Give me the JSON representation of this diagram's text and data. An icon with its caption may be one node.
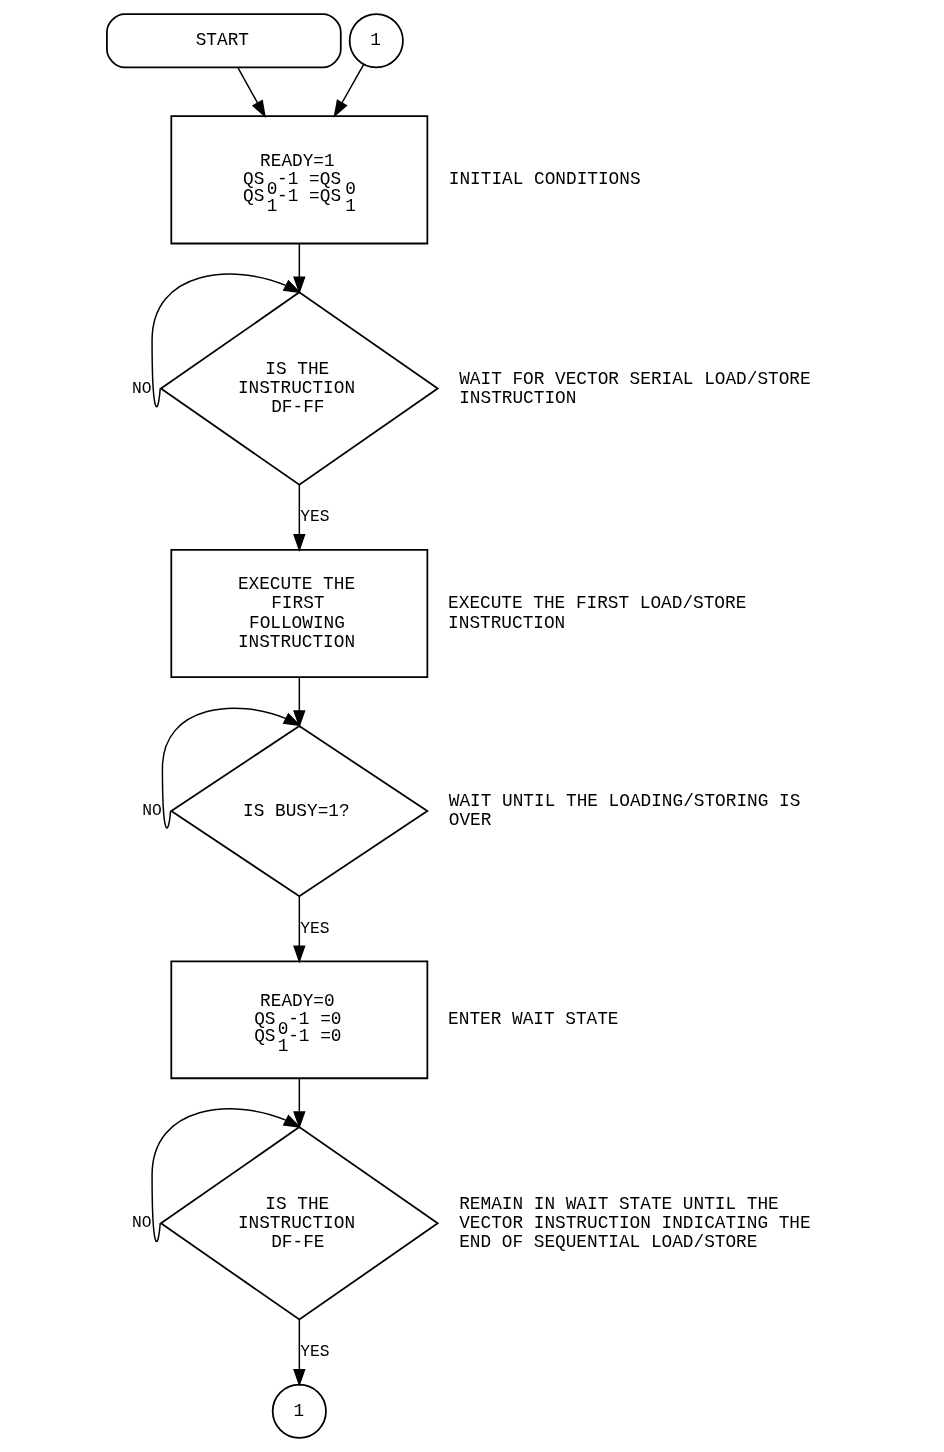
{
  "diagram": {
    "nodes": [
      {
        "text": [
          "START"
        ]
      },
      {
        "text": [
          "1"
        ]
      },
      {
        "text": [
          "READY=1",
          "QS$_{0}$-1 =QS$_{0}$",
          "QS$_{1}$-1 =QS$_{1}$"
        ],
        "beside": [
          "INITIAL CONDITIONS"
        ]
      },
      {
        "text": [
          "IS THE INSTRUCTION DF-FF"
        ],
        "beside": [
          "WAIT FOR VECTOR SERIAL LOAD/STORE INSTRUCTION"
        ]
      },
      {
        "text": [
          "EXECUTE THE FIRST FOLLOWING INSTRUCTION"
        ],
        "beside": [
          "EXECUTE THE FIRST LOAD/STORE INSTRUCTION"
        ]
      },
      {
        "text": [
          "IS BUSY=1?"
        ],
        "beside": [
          "WAIT UNTIL THE LOADING/STORING IS OVER"
        ]
      },
      {
        "text": [
          "READY=0",
          "QS$_{0}$-1 =0",
          "QS$_{1}$-1 =0"
        ],
        "beside": [
          "ENTER WAIT STATE"
        ]
      },
      {
        "text": [
          "IS THE INSTRUCTION DF-FE"
        ],
        "beside": [
          "REMAIN IN WAIT STATE UNTIL THE VECTOR INSTRUCTION INDICATING THE END OF SEQUENTIAL LOAD/STORE"
        ]
      },
      {
        "text": [
          "1"
        ]
      }
    ],
    "edges": [
      {
        "from": 0,
        "to": 2,
        "arrow": "to"
      },
      {
        "from": 1,
        "to": 2,
        "arrow": "to"
      },
      {
        "from": 2,
        "to": 3,
        "arrow": "to"
      },
      {
        "from": 3,
        "to": 3,
        "arrow": "to",
        "label": "NO"
      },
      {
        "from": 3,
        "to": 4,
        "arrow": "to",
        "label": "YES"
      },
      {
        "from": 4,
        "to": 5,
        "arrow": "to"
      },
      {
        "from": 5,
        "to": 5,
        "arrow": "to",
        "label": "NO"
      },
      {
        "from": 5,
        "to": 6,
        "arrow": "to",
        "label": "YES"
      },
      {
        "from": 6,
        "to": 7,
        "arrow": "to"
      },
      {
        "from": 7,
        "to": 7,
        "arrow": "to",
        "label": "NO"
      },
      {
        "from": 7,
        "to": 8,
        "arrow": "to",
        "label": "YES"
      }
    ]
  }
}
